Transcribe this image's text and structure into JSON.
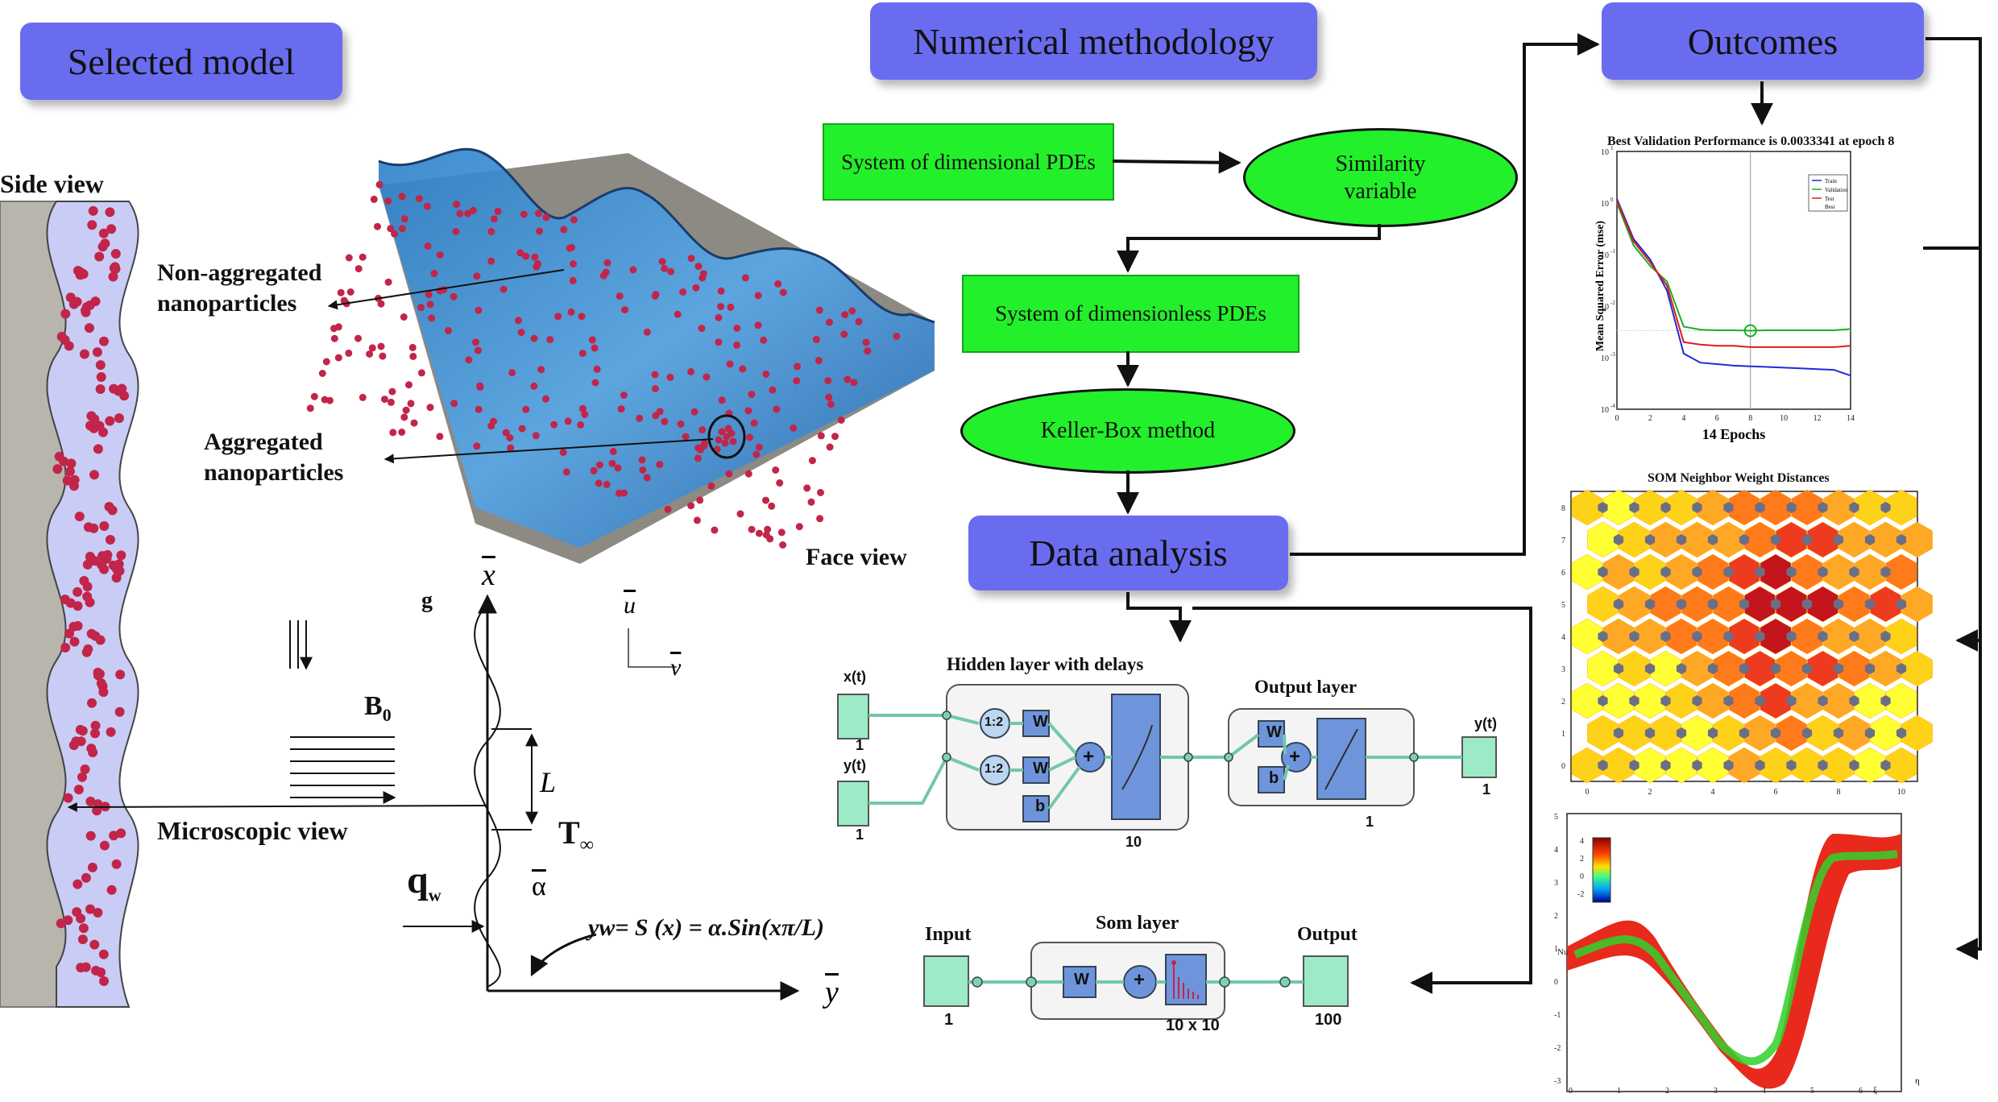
{
  "headers": {
    "selected_model": "Selected model",
    "numerical_methodology": "Numerical methodology",
    "outcomes": "Outcomes",
    "data_analysis": "Data analysis"
  },
  "flow": {
    "dimensional_pdes": "System of dimensional PDEs",
    "similarity_1": "Similarity",
    "similarity_2": "variable",
    "dimensionless_pdes": "System of dimensionless PDEs",
    "keller_box": "Keller-Box method"
  },
  "model_labels": {
    "side_view": "Side view",
    "non_aggregated_1": "Non-aggregated",
    "non_aggregated_2": "nanoparticles",
    "aggregated_1": "Aggregated",
    "aggregated_2": "nanoparticles",
    "face_view": "Face view",
    "microscopic_view": "Microscopic view",
    "g": "g",
    "b0": "B",
    "b0_sub": "0",
    "x_axis": "x",
    "y_axis": "y",
    "u": "u",
    "v": "v",
    "L": "L",
    "T_inf": "T",
    "T_inf_sub": "∞",
    "qw": "q",
    "qw_sub": "w",
    "alpha": "α",
    "equation": "yw= S (x) = α.Sin(xπ/L)"
  },
  "narx": {
    "title": "Hidden layer with delays",
    "output_layer": "Output layer",
    "x_t": "x(t)",
    "y_t_in": "y(t)",
    "y_t_out": "y(t)",
    "x_size": "1",
    "y_size": "1",
    "delay1": "1:2",
    "delay2": "1:2",
    "w1": "W",
    "w2": "W",
    "b1": "b",
    "hidden_size": "10",
    "w_out": "W",
    "b_out": "b",
    "out_size": "1",
    "out_y_size": "1"
  },
  "som": {
    "input": "Input",
    "layer": "Som layer",
    "output": "Output",
    "input_size": "1",
    "w": "W",
    "layer_size": "10 x 10",
    "output_size": "100"
  },
  "perf_chart": {
    "title": "Best Validation Performance is 0.0033341 at epoch 8",
    "ylabel": "Mean Squared Error  (mse)",
    "xlabel": "14 Epochs",
    "legend": [
      "Train",
      "Validation",
      "Test",
      "Best"
    ],
    "x_ticks": [
      "0",
      "2",
      "4",
      "6",
      "8",
      "10",
      "12",
      "14"
    ],
    "y_ticks": [
      "10",
      "10",
      "10",
      "10",
      "10",
      "10"
    ],
    "colors": {
      "train": "#1c2cd6",
      "validation": "#19b01f",
      "test": "#e01b1b"
    }
  },
  "som_chart": {
    "title": "SOM Neighbor Weight Distances",
    "x_ticks": [
      "0",
      "2",
      "4",
      "6",
      "8",
      "10"
    ],
    "y_ticks": [
      "0",
      "1",
      "2",
      "3",
      "4",
      "5",
      "6",
      "7",
      "8"
    ]
  },
  "nu_chart": {
    "ylabel": "Nu",
    "colorbar_ticks": [
      "4",
      "2",
      "0",
      "-2"
    ],
    "y_ticks": [
      "5",
      "4",
      "3",
      "2",
      "1",
      "0",
      "-1",
      "-2",
      "-3"
    ],
    "x_ticks": [
      "0",
      "1",
      "2",
      "3",
      "4",
      "5",
      "6"
    ],
    "axis_xi": "ξ",
    "axis_eta": "η"
  },
  "chart_data": [
    {
      "type": "line",
      "title": "Best Validation Performance is 0.0033341 at epoch 8",
      "xlabel": "14 Epochs",
      "ylabel": "Mean Squared Error  (mse)",
      "x": [
        0,
        1,
        2,
        3,
        4,
        5,
        6,
        7,
        8,
        9,
        10,
        11,
        12,
        13,
        14
      ],
      "series": [
        {
          "name": "Train",
          "values": [
            1.2,
            0.2,
            0.08,
            0.02,
            0.0012,
            0.0008,
            0.00075,
            0.0007,
            0.00068,
            0.00066,
            0.00064,
            0.00062,
            0.0006,
            0.00058,
            0.00045
          ]
        },
        {
          "name": "Validation",
          "values": [
            1.0,
            0.15,
            0.06,
            0.03,
            0.004,
            0.0035,
            0.0034,
            0.0034,
            0.0033341,
            0.0034,
            0.0034,
            0.0034,
            0.0034,
            0.0034,
            0.0036
          ]
        },
        {
          "name": "Test",
          "values": [
            1.1,
            0.18,
            0.07,
            0.025,
            0.002,
            0.0018,
            0.0017,
            0.0017,
            0.0016,
            0.0016,
            0.0016,
            0.0016,
            0.0016,
            0.0016,
            0.0017
          ]
        }
      ],
      "best_epoch": 8,
      "xlim": [
        0,
        14
      ],
      "ylim": [
        0.0001,
        10
      ],
      "yscale": "log",
      "legend": "top-right"
    },
    {
      "type": "heatmap",
      "title": "SOM Neighbor Weight Distances",
      "xlim": [
        0,
        10
      ],
      "ylim": [
        0,
        8
      ]
    }
  ]
}
